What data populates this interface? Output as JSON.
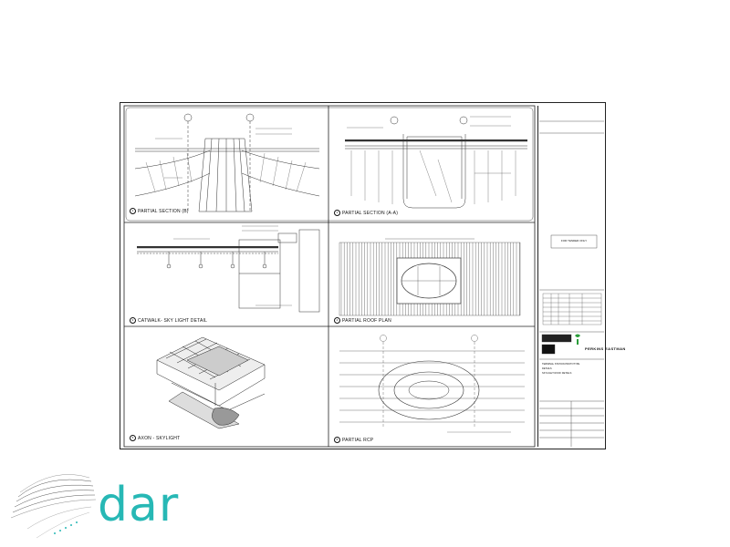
{
  "panels": {
    "p1": {
      "num": "1",
      "label": "PARTIAL SECTION (B)"
    },
    "p2": {
      "num": "2",
      "label": "PARTIAL SECTION (A-A)"
    },
    "p3": {
      "num": "3",
      "label": "CATWALK- SKY LIGHT DETAIL"
    },
    "p4": {
      "num": "4",
      "label": "PARTIAL ROOF PLAN"
    },
    "p5": {
      "num": "5",
      "label": "AXON - SKYLIGHT"
    },
    "p6": {
      "num": "6",
      "label": "PARTIAL RCP"
    }
  },
  "title_block": {
    "stamp": "FOR TENDER ONLY",
    "firm": "PERKINS EASTMAN",
    "project_lines": [
      "TERMINAL STATION PROTOTYPE",
      "DETAILS",
      "SKYLIGHT ROOF DETAILS"
    ]
  },
  "brand": {
    "logo_text": "dar",
    "logo_color": "#27b8b5"
  }
}
